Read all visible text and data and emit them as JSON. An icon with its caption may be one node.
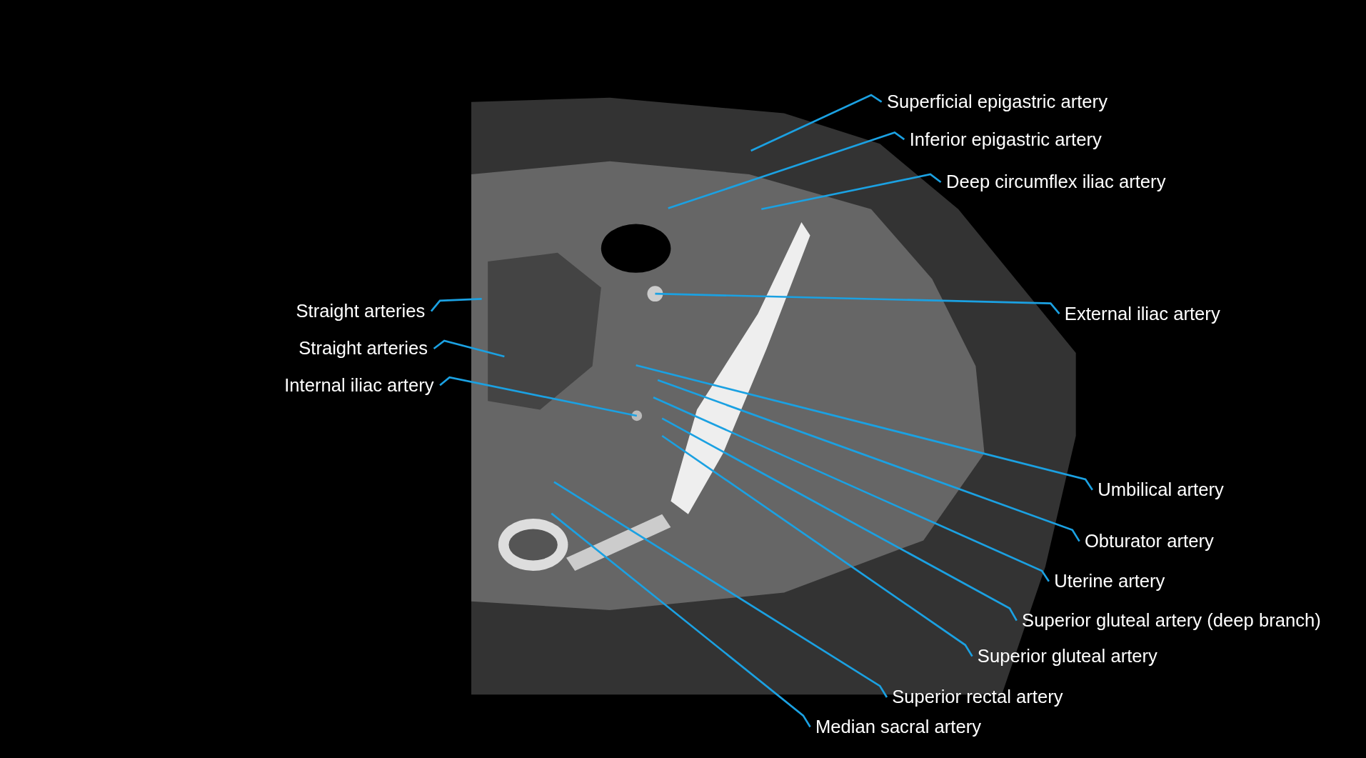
{
  "diagram": {
    "nodes": [
      {
        "text": [
          "Superficial epigastric artery"
        ]
      },
      {
        "text": [
          "Inferior epigastric artery"
        ]
      },
      {
        "text": [
          "Deep circumflex iliac artery"
        ]
      },
      {
        "text": [
          "External iliac artery"
        ]
      },
      {
        "text": [
          "Straight arteries"
        ]
      },
      {
        "text": [
          "Straight arteries"
        ]
      },
      {
        "text": [
          "Internal iliac artery"
        ]
      },
      {
        "text": [
          "Umbilical artery"
        ]
      },
      {
        "text": [
          "Obturator artery"
        ]
      },
      {
        "text": [
          "Uterine artery"
        ]
      },
      {
        "text": [
          "Superior gluteal artery (deep branch)"
        ]
      },
      {
        "text": [
          "Superior gluteal artery"
        ]
      },
      {
        "text": [
          "Superior rectal artery"
        ]
      },
      {
        "text": [
          "Median sacral artery"
        ]
      }
    ],
    "edges": [
      {
        "from": 0,
        "to": null,
        "arrow": "none"
      },
      {
        "from": 1,
        "to": null,
        "arrow": "none"
      },
      {
        "from": 2,
        "to": null,
        "arrow": "none"
      },
      {
        "from": 3,
        "to": null,
        "arrow": "none"
      },
      {
        "from": 4,
        "to": null,
        "arrow": "none"
      },
      {
        "from": 5,
        "to": null,
        "arrow": "none"
      },
      {
        "from": 6,
        "to": null,
        "arrow": "none"
      },
      {
        "from": 7,
        "to": null,
        "arrow": "none"
      },
      {
        "from": 8,
        "to": null,
        "arrow": "none"
      },
      {
        "from": 9,
        "to": null,
        "arrow": "none"
      },
      {
        "from": 10,
        "to": null,
        "arrow": "none"
      },
      {
        "from": 11,
        "to": null,
        "arrow": "none"
      },
      {
        "from": 12,
        "to": null,
        "arrow": "none"
      },
      {
        "from": 13,
        "to": null,
        "arrow": "none"
      }
    ]
  }
}
